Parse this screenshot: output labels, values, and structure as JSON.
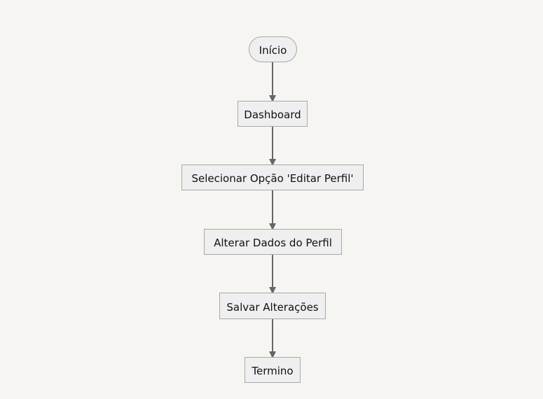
{
  "diagram": {
    "type": "flowchart",
    "nodes": [
      {
        "id": "inicio",
        "label": "Início",
        "shape": "rounded"
      },
      {
        "id": "dashboard",
        "label": "Dashboard",
        "shape": "rect"
      },
      {
        "id": "selecionar",
        "label": "Selecionar Opção 'Editar Perfil'",
        "shape": "rect"
      },
      {
        "id": "alterar",
        "label": "Alterar Dados do Perfil",
        "shape": "rect"
      },
      {
        "id": "salvar",
        "label": "Salvar Alterações",
        "shape": "rect"
      },
      {
        "id": "termino",
        "label": "Termino",
        "shape": "rect"
      }
    ],
    "edges": [
      {
        "from": "inicio",
        "to": "dashboard"
      },
      {
        "from": "dashboard",
        "to": "selecionar"
      },
      {
        "from": "selecionar",
        "to": "alterar"
      },
      {
        "from": "alterar",
        "to": "salvar"
      },
      {
        "from": "salvar",
        "to": "termino"
      }
    ],
    "colors": {
      "background": "#f6f5f2",
      "node_fill": "#efefef",
      "node_border": "#a8a8a8",
      "edge": "#666666"
    }
  }
}
